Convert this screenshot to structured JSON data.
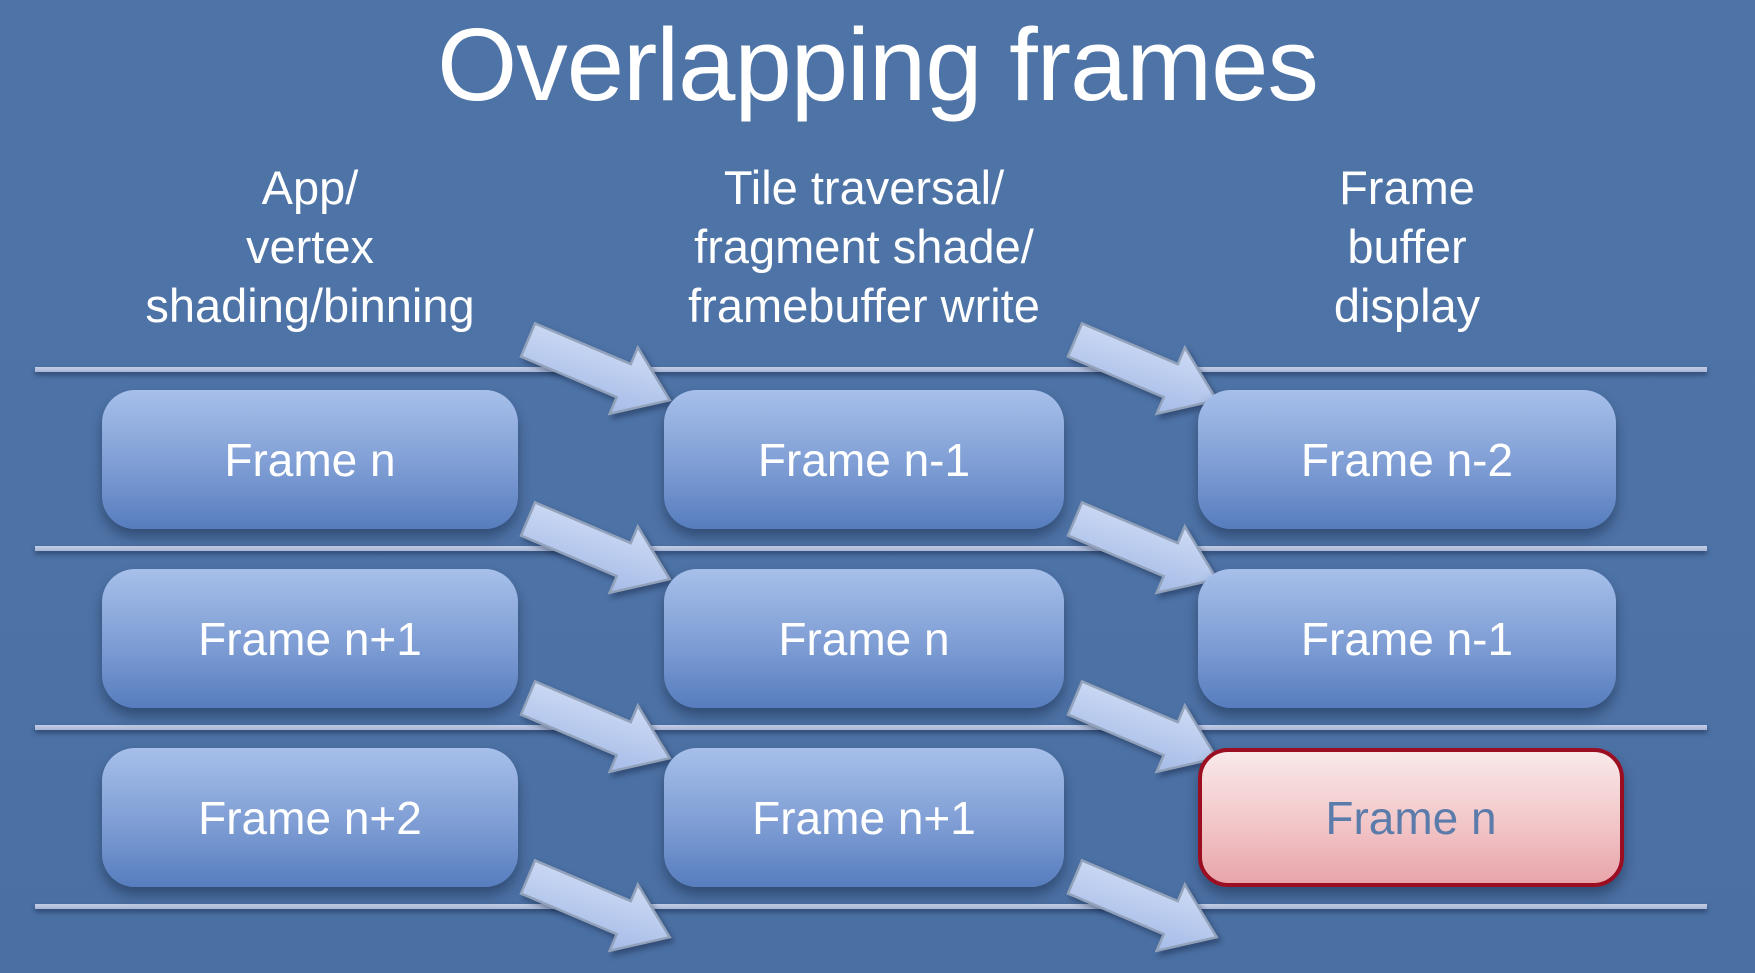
{
  "slide": {
    "title": "Overlapping frames",
    "columns": [
      {
        "id": "app-vertex-shading",
        "header_lines": [
          "App/",
          "vertex",
          "shading/binning"
        ]
      },
      {
        "id": "tile-fragment-framebuffer",
        "header_lines": [
          "Tile traversal/",
          "fragment shade/",
          "framebuffer write"
        ]
      },
      {
        "id": "frame-buffer-display",
        "header_lines": [
          "Frame",
          "buffer",
          "display"
        ]
      }
    ],
    "rows": [
      {
        "cells": [
          {
            "label": "Frame n"
          },
          {
            "label": "Frame n-1"
          },
          {
            "label": "Frame n-2"
          }
        ]
      },
      {
        "cells": [
          {
            "label": "Frame n+1"
          },
          {
            "label": "Frame n"
          },
          {
            "label": "Frame n-1"
          }
        ]
      },
      {
        "cells": [
          {
            "label": "Frame n+2"
          },
          {
            "label": "Frame n+1"
          },
          {
            "label": "Frame n",
            "highlight": true
          }
        ]
      }
    ],
    "colors": {
      "background": "#4d72a5",
      "box_gradient_top": "#a7c0ea",
      "box_gradient_bottom": "#577dbe",
      "highlight_gradient_top": "#f9e9e9",
      "highlight_gradient_bottom": "#e8a5aa",
      "highlight_border": "#9b0e21",
      "highlight_text": "#5b7cab",
      "arrow_fill_light": "#d0dcf5",
      "arrow_fill_dark": "#a9bfe9",
      "divider": "#aab7d6",
      "text": "#ffffff"
    }
  }
}
